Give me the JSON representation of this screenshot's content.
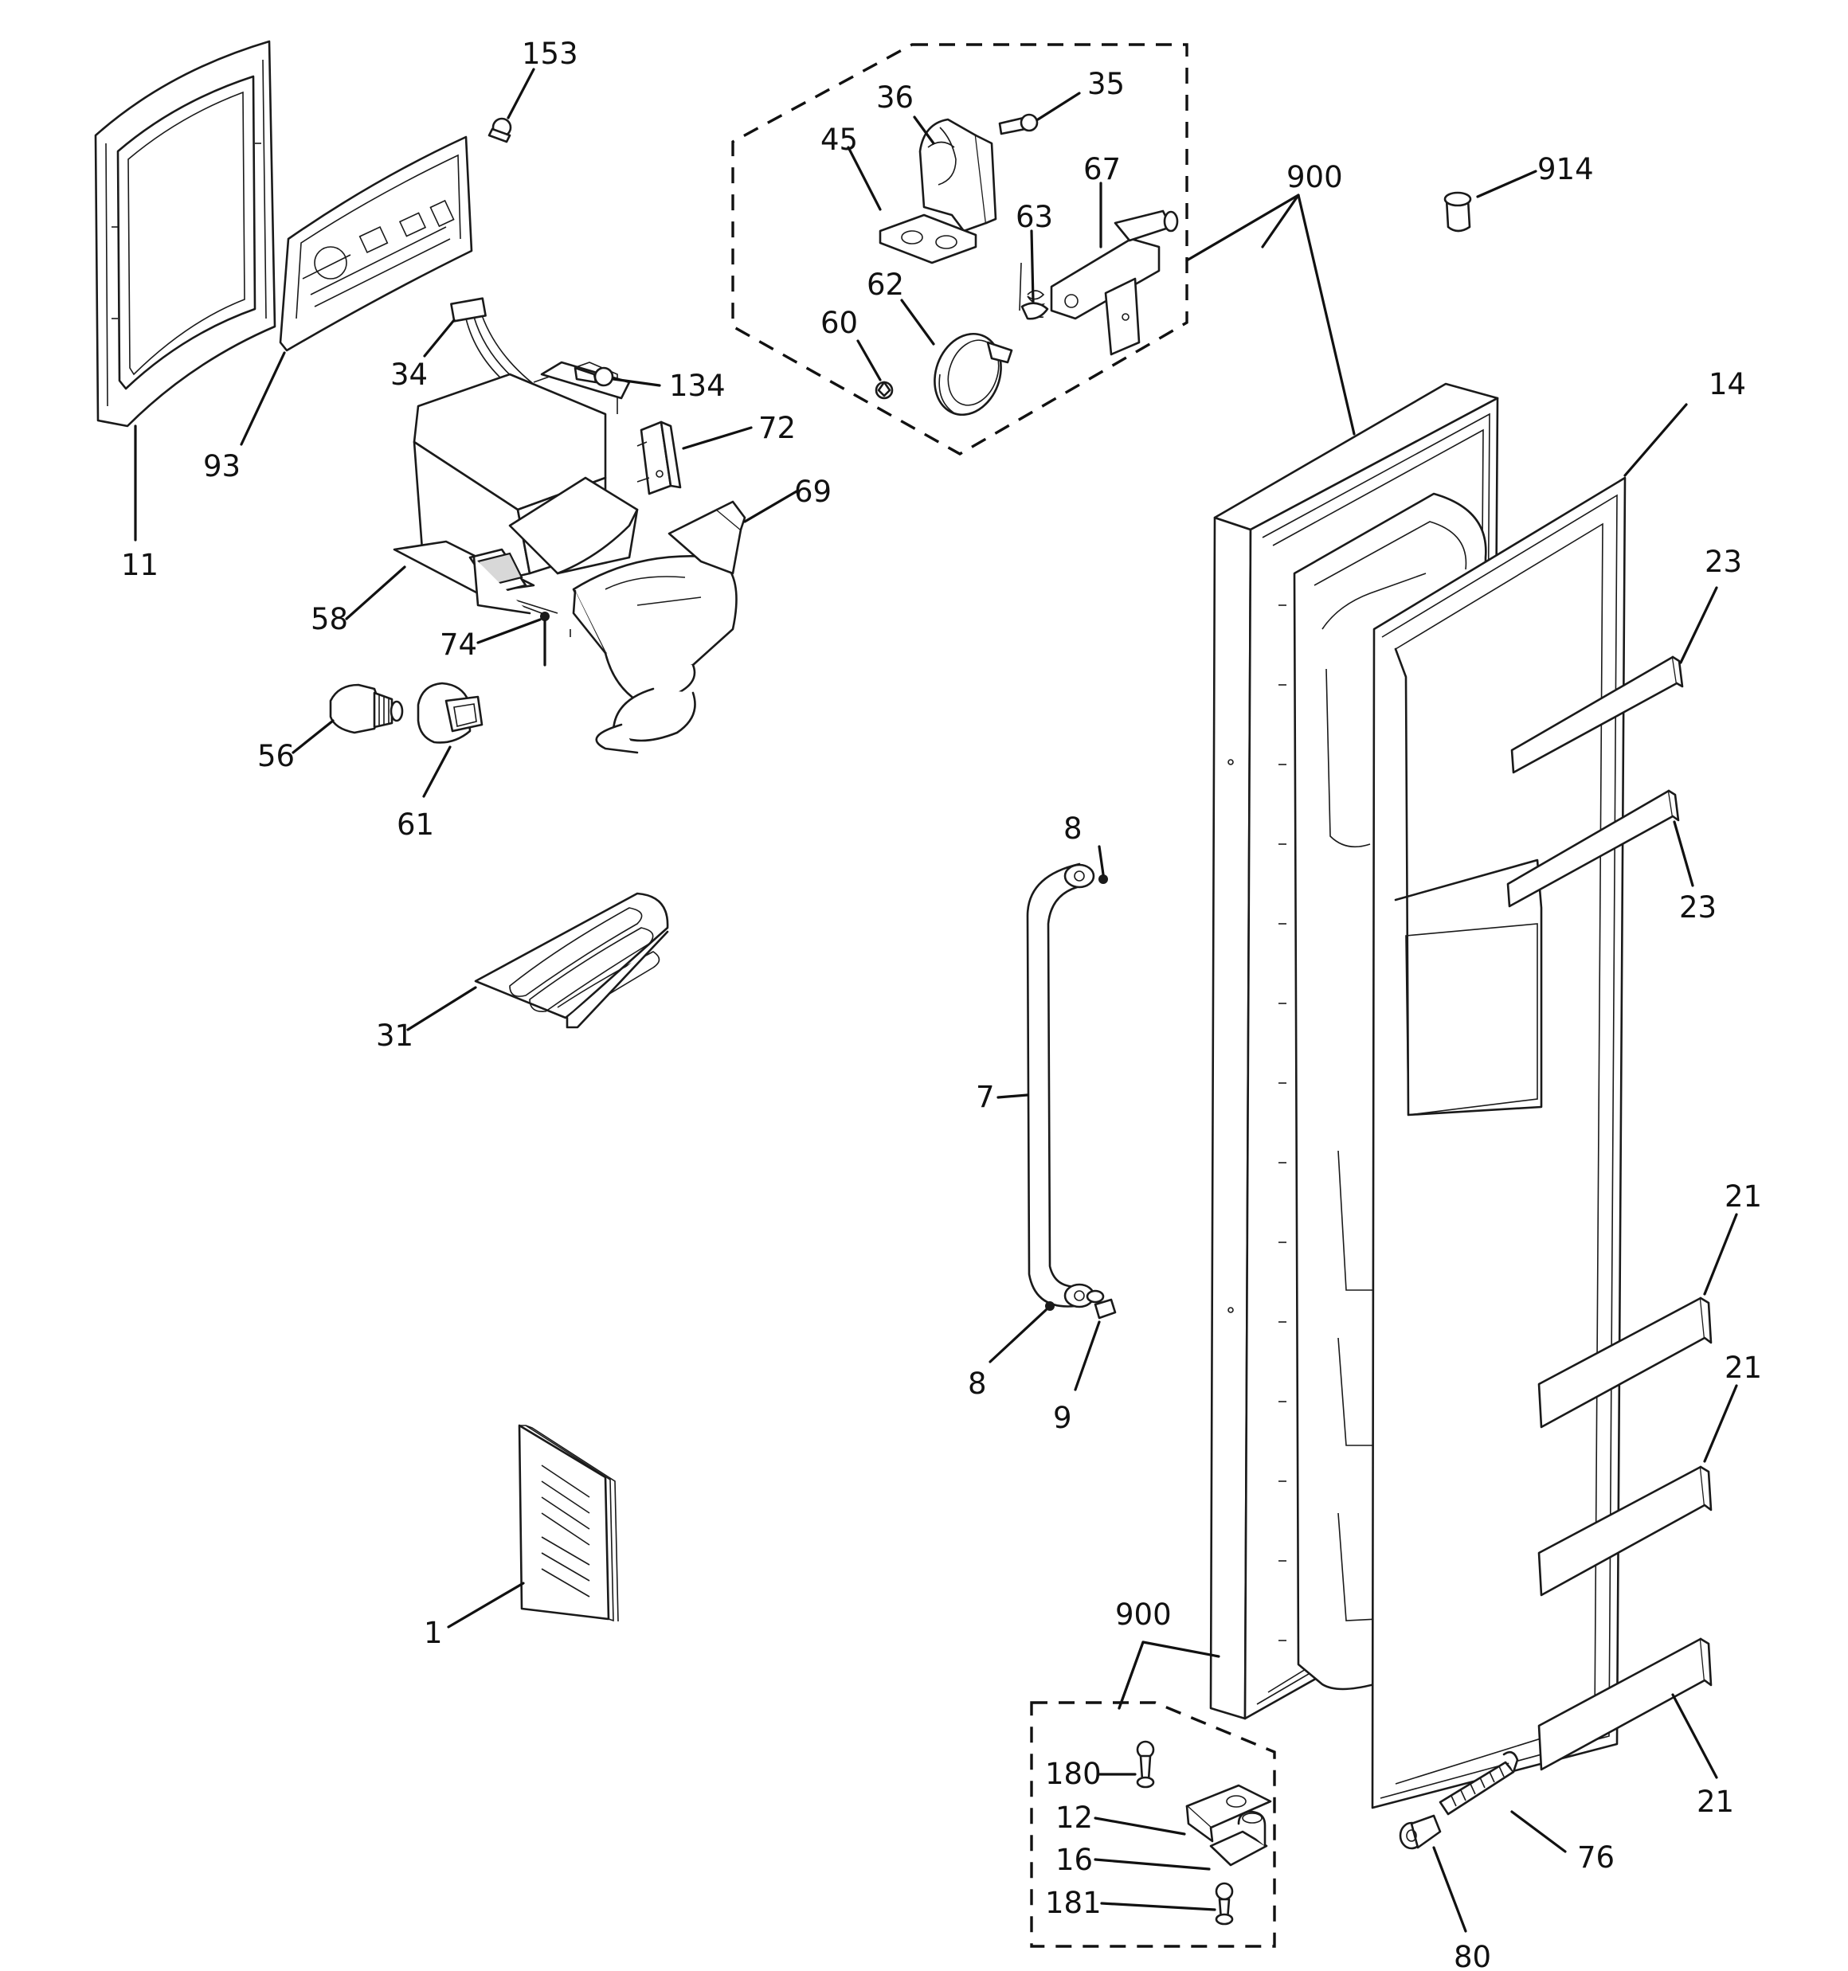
{
  "diagram": {
    "labels": {
      "p153": "153",
      "p11": "11",
      "p93": "93",
      "p34": "34",
      "p134": "134",
      "p72": "72",
      "p69": "69",
      "p58": "58",
      "p74": "74",
      "p56": "56",
      "p61": "61",
      "p31": "31",
      "p1": "1",
      "p36": "36",
      "p35": "35",
      "p45": "45",
      "p67": "67",
      "p63": "63",
      "p62": "62",
      "p60": "60",
      "p900a": "900",
      "p914": "914",
      "p14": "14",
      "p23a": "23",
      "p23b": "23",
      "p8a": "8",
      "p7": "7",
      "p8b": "8",
      "p9": "9",
      "p21a": "21",
      "p21b": "21",
      "p21c": "21",
      "p900b": "900",
      "p180": "180",
      "p12": "12",
      "p16": "16",
      "p181": "181",
      "p76": "76",
      "p80": "80"
    }
  }
}
